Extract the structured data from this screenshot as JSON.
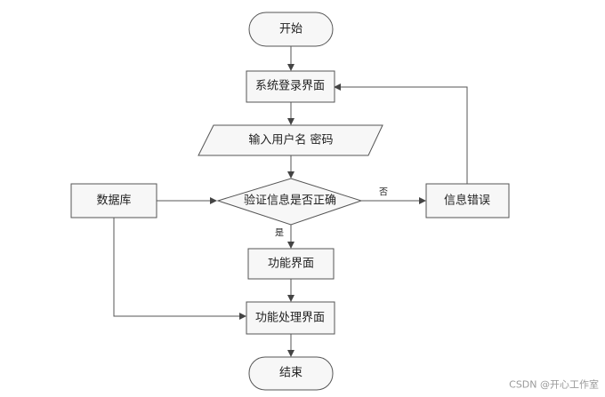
{
  "nodes": {
    "start": "开始",
    "login": "系统登录界面",
    "input": "输入用户名 密码",
    "verify": "验证信息是否正确",
    "error": "信息错误",
    "database": "数据库",
    "function": "功能界面",
    "process": "功能处理界面",
    "end": "结束"
  },
  "edge_labels": {
    "no": "否",
    "yes": "是"
  },
  "watermark": "CSDN @开心工作室",
  "colors": {
    "shape_fill": "#f7f7f7",
    "stroke": "#555555",
    "arrow": "#444444"
  }
}
